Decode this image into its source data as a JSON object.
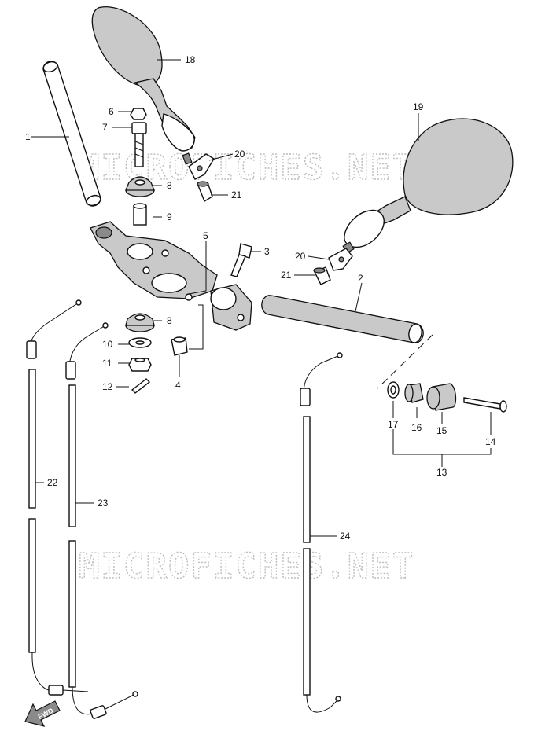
{
  "watermark": "MICROFICHES.NET",
  "fwd_label": "FWD",
  "callouts": {
    "c1": "1",
    "c2": "2",
    "c3": "3",
    "c4": "4",
    "c5": "5",
    "c6": "6",
    "c7": "7",
    "c8a": "8",
    "c8b": "8",
    "c9": "9",
    "c10": "10",
    "c11": "11",
    "c12": "12",
    "c13": "13",
    "c14": "14",
    "c15": "15",
    "c16": "16",
    "c17": "17",
    "c18": "18",
    "c19": "19",
    "c20a": "20",
    "c20b": "20",
    "c21a": "21",
    "c21b": "21",
    "c22": "22",
    "c23": "23",
    "c24": "24"
  }
}
